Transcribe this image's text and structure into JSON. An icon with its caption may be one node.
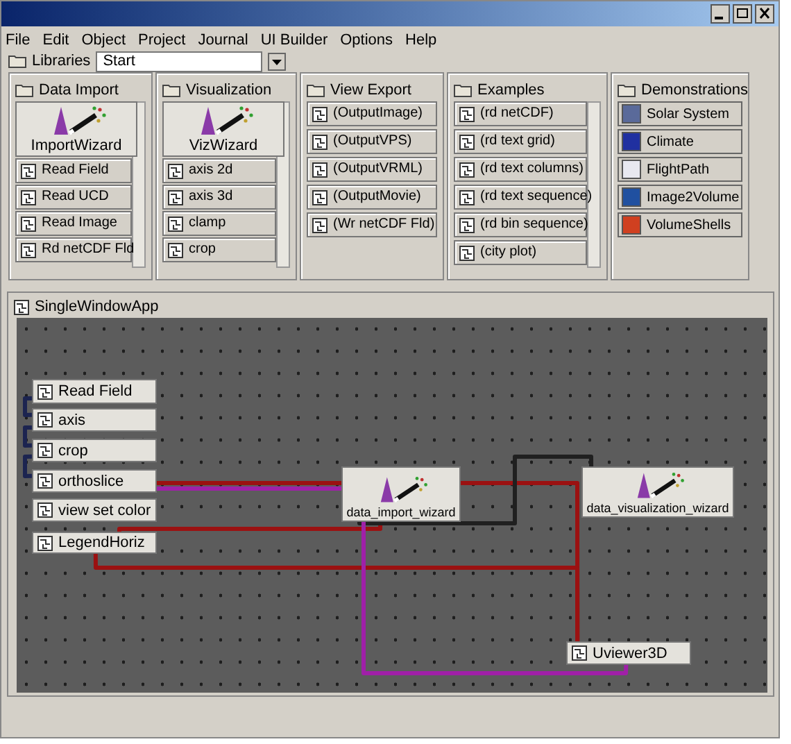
{
  "diagram": {
    "nodes": [
      {
        "text": [
          "Data Import"
        ]
      },
      {
        "text": [
          "ImportWizard"
        ],
        "in": 0
      },
      {
        "text": [
          "Read Field"
        ],
        "in": 0
      },
      {
        "text": [
          "Read UCD"
        ],
        "in": 0
      },
      {
        "text": [
          "Read Image"
        ],
        "in": 0
      },
      {
        "text": [
          "Rd netCDF Fld"
        ],
        "in": 0
      },
      {
        "text": [
          "Visualization"
        ]
      },
      {
        "text": [
          "VizWizard"
        ],
        "in": 6
      },
      {
        "text": [
          "axis 2d"
        ],
        "in": 6
      },
      {
        "text": [
          "axis 3d"
        ],
        "in": 6
      },
      {
        "text": [
          "clamp"
        ],
        "in": 6
      },
      {
        "text": [
          "crop"
        ],
        "in": 6
      },
      {
        "text": [
          "View Export"
        ]
      },
      {
        "text": [
          "(OutputImage)"
        ],
        "in": 12
      },
      {
        "text": [
          "(OutputVPS)"
        ],
        "in": 12
      },
      {
        "text": [
          "(OutputVRML)"
        ],
        "in": 12
      },
      {
        "text": [
          "(OutputMovie)"
        ],
        "in": 12
      },
      {
        "text": [
          "(Wr netCDF Fld)"
        ],
        "in": 12
      },
      {
        "text": [
          "Examples"
        ]
      },
      {
        "text": [
          "(rd netCDF)"
        ],
        "in": 18
      },
      {
        "text": [
          "(rd text grid)"
        ],
        "in": 18
      },
      {
        "text": [
          "(rd text columns)"
        ],
        "in": 18
      },
      {
        "text": [
          "(rd text sequence)"
        ],
        "in": 18
      },
      {
        "text": [
          "(rd bin sequence)"
        ],
        "in": 18
      },
      {
        "text": [
          "(city plot)"
        ],
        "in": 18
      },
      {
        "text": [
          "Demonstrations"
        ]
      },
      {
        "text": [
          "Solar System"
        ],
        "in": 25
      },
      {
        "text": [
          "Climate"
        ],
        "in": 25
      },
      {
        "text": [
          "FlightPath"
        ],
        "in": 25
      },
      {
        "text": [
          "Image2Volume"
        ],
        "in": 25
      },
      {
        "text": [
          "VolumeShells"
        ],
        "in": 25
      },
      {
        "text": [
          "SingleWindowApp"
        ]
      },
      {
        "text": [
          "Read Field"
        ],
        "in": 31
      },
      {
        "text": [
          "axis"
        ],
        "in": 31
      },
      {
        "text": [
          "crop"
        ],
        "in": 31
      },
      {
        "text": [
          "orthoslice"
        ],
        "in": 31
      },
      {
        "text": [
          "view set color"
        ],
        "in": 31
      },
      {
        "text": [
          "LegendHoriz"
        ],
        "in": 31
      },
      {
        "text": [
          "data_import_wizard"
        ],
        "in": 31
      },
      {
        "text": [
          "data_visualization_wizard"
        ],
        "in": 31
      },
      {
        "text": [
          "Uviewer3D"
        ],
        "in": 31
      }
    ],
    "edges": [
      {
        "from": 32,
        "to": 33,
        "arrow": "none",
        "color": "#1c2450"
      },
      {
        "from": 33,
        "to": 34,
        "arrow": "none",
        "color": "#1c2450"
      },
      {
        "from": 34,
        "to": 35,
        "arrow": "none",
        "color": "#1c2450"
      },
      {
        "from": 35,
        "to": 38,
        "arrow": "none"
      },
      {
        "from": 35,
        "to": 38,
        "arrow": "none",
        "color": "#a020a8"
      },
      {
        "from": 38,
        "to": 40,
        "arrow": "none"
      },
      {
        "from": 38,
        "to": 37,
        "arrow": "none"
      },
      {
        "from": 37,
        "to": 40,
        "arrow": "none"
      },
      {
        "from": 38,
        "to": 39,
        "arrow": "none",
        "color": "#202020"
      },
      {
        "from": 38,
        "to": 40,
        "arrow": "none",
        "color": "#a020a8"
      }
    ],
    "labels": [
      "File",
      "Edit",
      "Object",
      "Project",
      "Journal",
      "UI Builder",
      "Options",
      "Help",
      "Libraries",
      "Start"
    ]
  }
}
